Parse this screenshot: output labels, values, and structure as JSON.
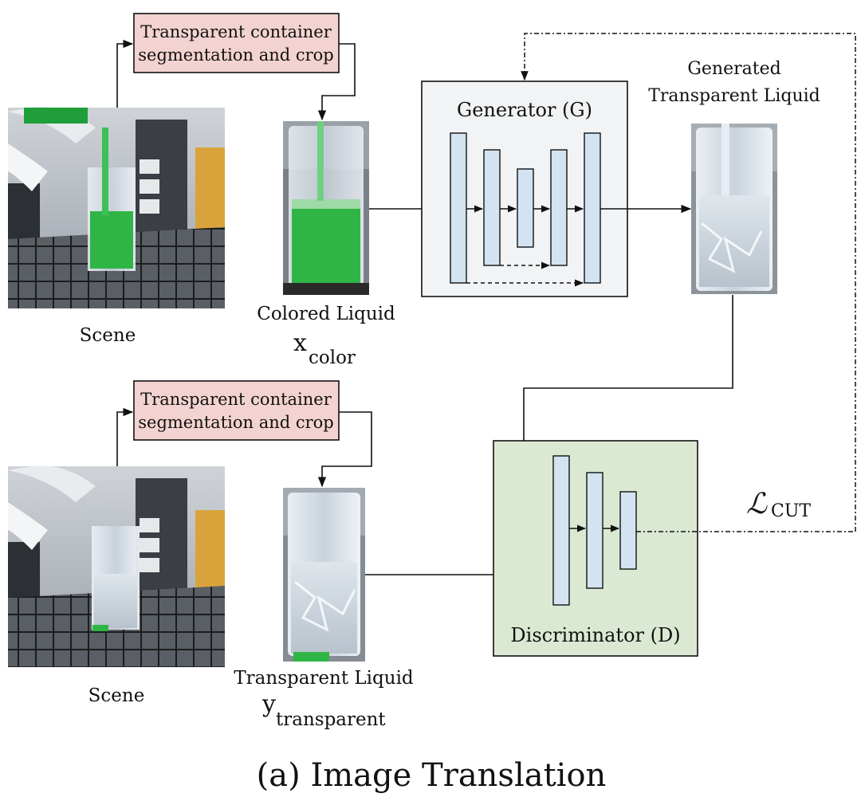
{
  "labels": {
    "seg_box_1": [
      "Transparent container",
      "segmentation and crop"
    ],
    "seg_box_2": [
      "Transparent container",
      "segmentation and crop"
    ],
    "scene_1": "Scene",
    "scene_2": "Scene",
    "colored_liquid": "Colored Liquid",
    "x_base": "x",
    "x_sub": "color",
    "transparent_liquid": "Transparent Liquid",
    "y_base": "y",
    "y_sub": "transparent",
    "generator": "Generator (G)",
    "generated_1": "Generated",
    "generated_2": "Transparent Liquid",
    "discriminator": "Discriminator (D)",
    "loss_base": "ℒ",
    "loss_sub": "CUT",
    "caption": "(a) Image Translation"
  },
  "colors": {
    "seg_box_fill": "#f3d3d1",
    "generator_fill": "#f1f3f5",
    "discriminator_fill": "#dbe9d2",
    "layer_fill": "#d3e3f1",
    "green_liquid": "#2fb545",
    "grid_floor": "#2a2a2a"
  }
}
